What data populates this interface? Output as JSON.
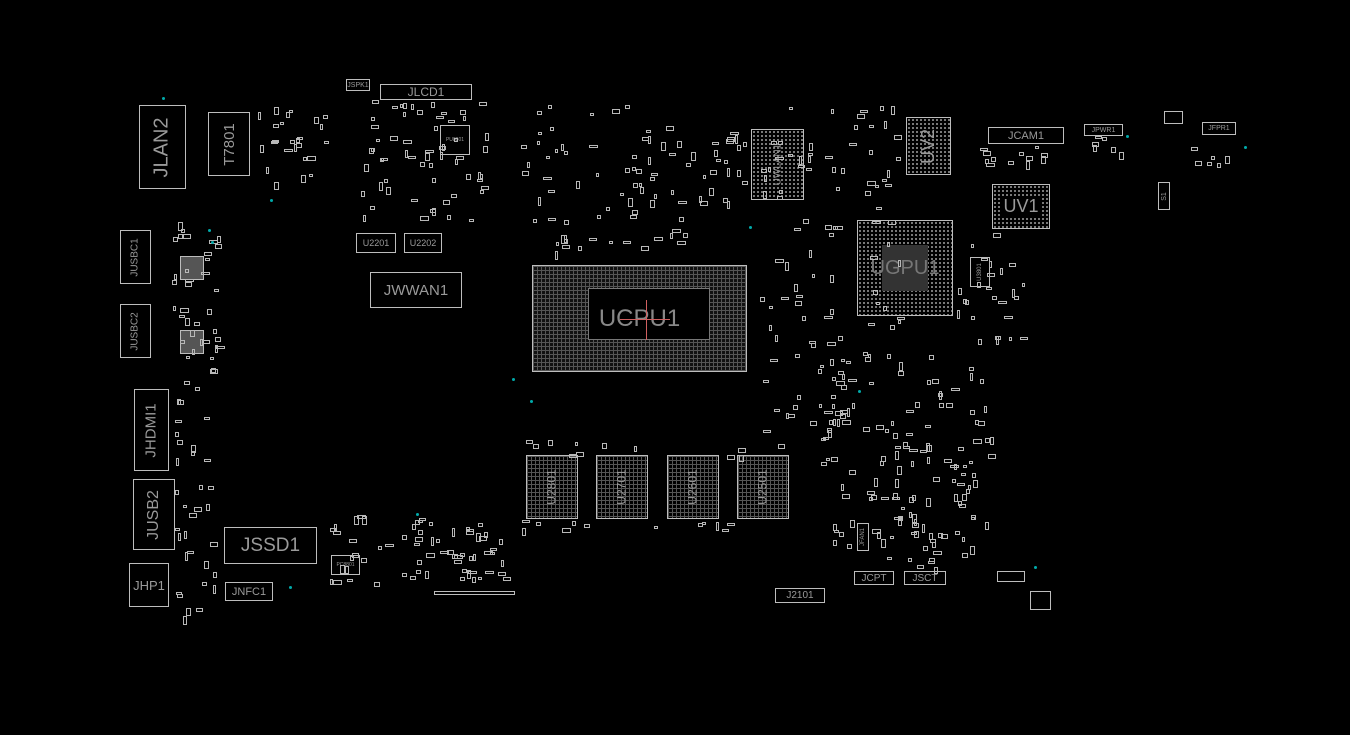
{
  "board": {
    "background": "#000000",
    "outline_color": "#bdbdbd",
    "via_color": "#00aaaa",
    "components": {
      "jspk1": "JSPK1",
      "jlcd1": "JLCD1",
      "jlan2": "JLAN2",
      "t7801": "T7801",
      "jusbc1": "JUSBC1",
      "jusbc2": "JUSBC2",
      "jhdmi1": "JHDMI1",
      "jusb2": "JUSB2",
      "jhp1": "JHP1",
      "jssd1": "JSSD1",
      "jnfc1": "JNFC1",
      "u2201": "U2201",
      "u2202": "U2202",
      "jwwan1": "JWWAN1",
      "pu8801": "PU8801",
      "pc8801": "PC8801",
      "ucpu1": "UCPU1",
      "uwlan1": "UWLAN1",
      "uv2": "UV2",
      "jcam1": "JCAM1",
      "jpwr1": "JPWR1",
      "jfpr1": "JFPR1",
      "s1": "S1",
      "uv1": "UV1",
      "ugpu1": "UGPU1",
      "u3801": "U3801",
      "u2801": "U2801",
      "u2701": "U2701",
      "u2601": "U2601",
      "u2501": "U2501",
      "jfan1": "JFAN1",
      "jcpt": "JCPT",
      "jsct": "JSCT",
      "j2101": "J2101"
    }
  }
}
